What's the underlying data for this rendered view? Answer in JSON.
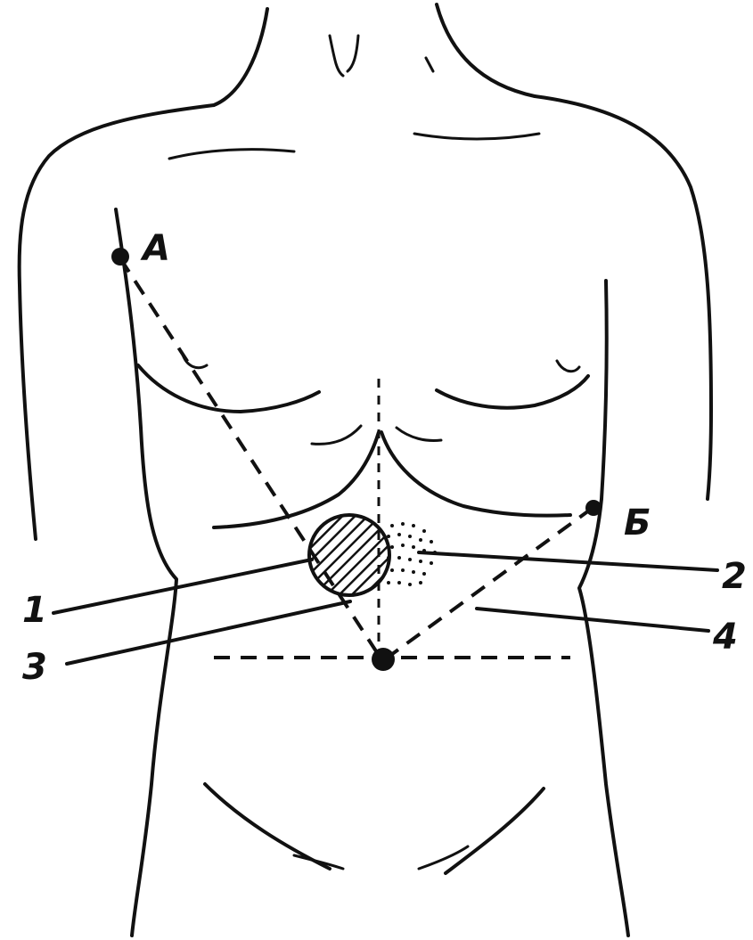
{
  "points": {
    "A": "А",
    "B": "Б"
  },
  "callouts": {
    "c1": "1",
    "c2": "2",
    "c3": "3",
    "c4": "4"
  },
  "colors": {
    "ink": "#111111",
    "paper": "#ffffff"
  }
}
